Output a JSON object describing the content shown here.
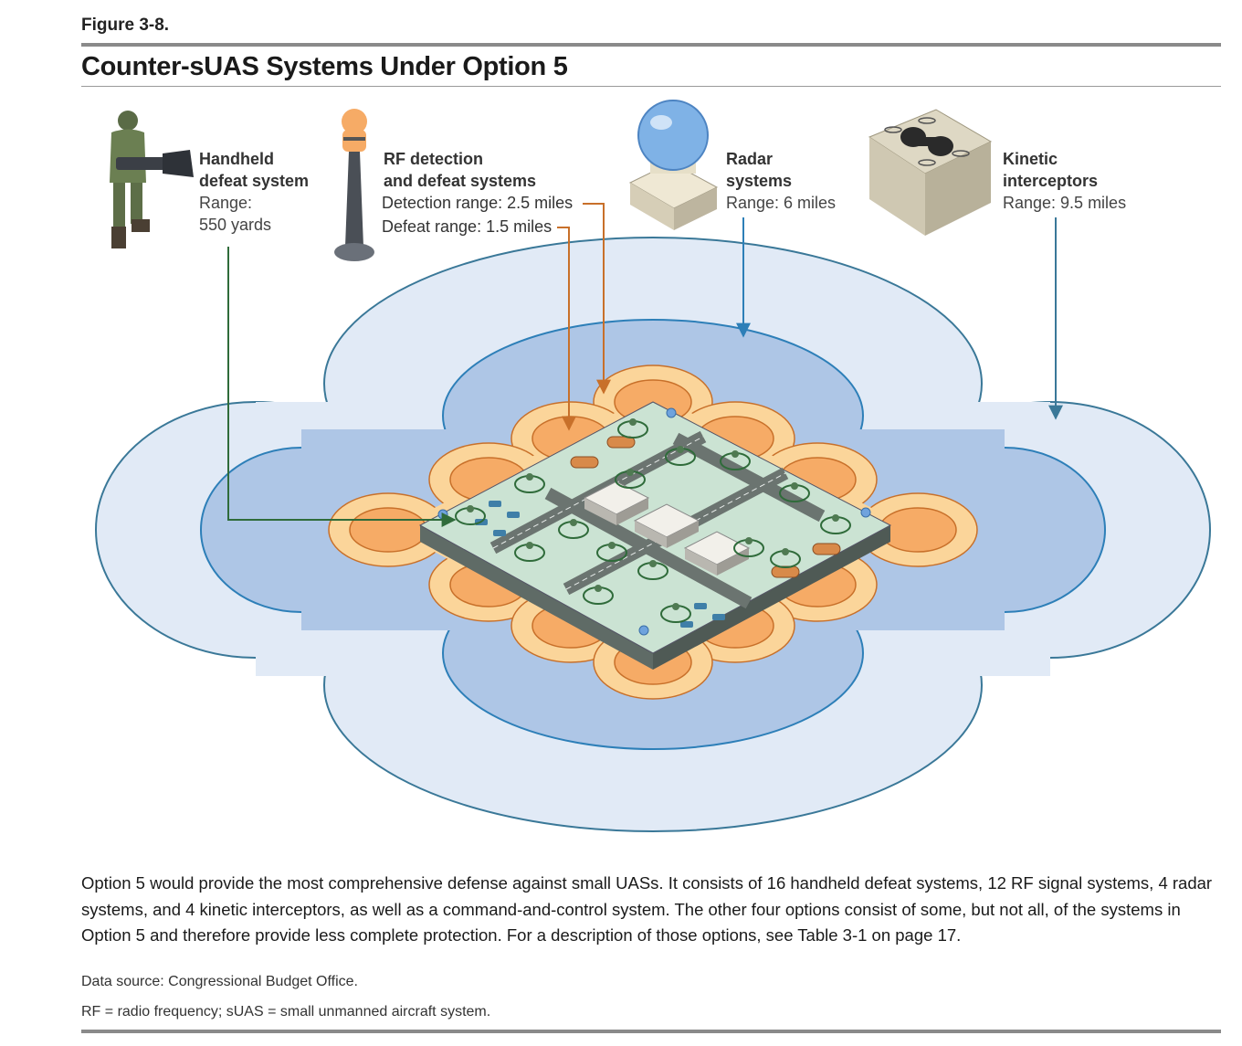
{
  "figure": {
    "label": "Figure 3-8.",
    "title": "Counter-sUAS Systems Under Option 5"
  },
  "systems": [
    {
      "name_line1": "Handheld",
      "name_line2": "defeat system",
      "range_line1": "Range:",
      "range_line2": "550 yards",
      "arrow_color": "#2f6b3a"
    },
    {
      "name_line1": "RF detection",
      "name_line2": "and defeat systems",
      "detection_range": "Detection range: 2.5 miles",
      "defeat_range": "Defeat range: 1.5 miles",
      "arrow_color": "#c8702a"
    },
    {
      "name_line1": "Radar",
      "name_line2": "systems",
      "range": "Range: 6 miles",
      "arrow_color": "#2d7fb8"
    },
    {
      "name_line1": "Kinetic",
      "name_line2": "interceptors",
      "range": "Range: 9.5 miles",
      "arrow_color": "#3a7898"
    }
  ],
  "zone_colors": {
    "kinetic": "#e1eaf6",
    "radar": "#aec6e6",
    "rf_detection": "#fbd59a",
    "rf_defeat": "#f6ab66",
    "base_ground": "#cbe3d3",
    "handheld_ring": "#2f6b3a"
  },
  "caption": "Option 5 would provide the most comprehensive defense against small UASs. It consists of 16 handheld defeat systems, 12 RF signal systems, 4 radar systems, and 4 kinetic interceptors, as well as a command-and-control system. The other four options consist of some, but not all, of the systems in Option 5 and therefore provide less complete protection. For a description of those options, see Table 3-1 on page 17.",
  "data_source": "Data source: Congressional Budget Office.",
  "notes": "RF = radio frequency; sUAS = small unmanned aircraft system."
}
